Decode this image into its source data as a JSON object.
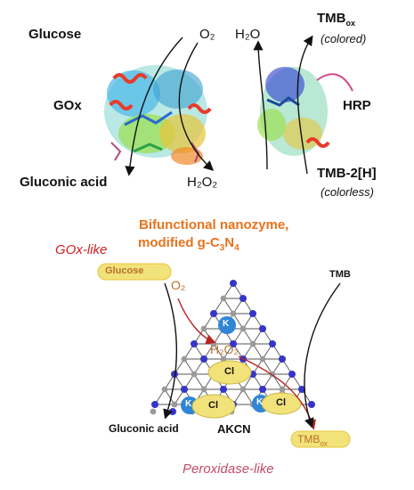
{
  "top": {
    "glucose": "Glucose",
    "o2": "O₂",
    "gox": "GOx",
    "gluconic_acid": "Gluconic acid",
    "h2o2": "H₂O₂",
    "h2o": "H₂O",
    "tmb_ox_main": "TMB",
    "tmb_ox_sub": "ox",
    "colored": "(colored)",
    "hrp": "HRP",
    "tmb2h": "TMB-2[H]",
    "colorless": "(colorless)"
  },
  "middle": {
    "title_line1": "Bifunctional nanozyme,",
    "title_line2_pre": "modified g-C",
    "title_line2_sub1": "3",
    "title_line2_mid": "N",
    "title_line2_sub2": "4",
    "gox_like": "GOx-like"
  },
  "bottom": {
    "glucose": "Glucose",
    "o2": "O₂",
    "h2o2": "H₂O₂",
    "tmb": "TMB",
    "k": "K",
    "cl": "Cl",
    "gluconic_acid": "Gluconic acid",
    "akcn": "AKCN",
    "tmb_ox_main": "TMB",
    "tmb_ox_sub": "ox",
    "peroxidase_like": "Peroxidase-like"
  },
  "colors": {
    "title_orange": "#e8731c",
    "label_red": "#cc2222",
    "glucose_brown": "#b8722c",
    "nitrogen_blue": "#3535c8",
    "carbon_grey": "#9a9a9a",
    "k_blue": "#2f86d6",
    "cl_yellow": "#f2e27a",
    "peroxidase_pink": "#c24a6a"
  }
}
